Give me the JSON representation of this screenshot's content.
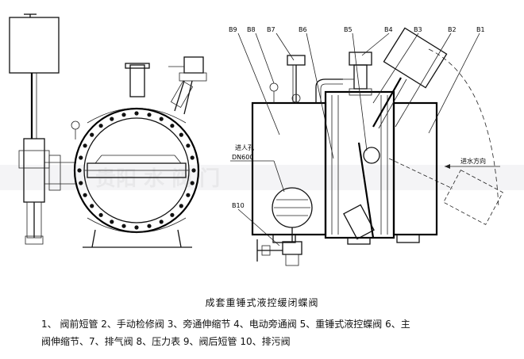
{
  "watermark": "贵阳 水 阀 门",
  "callouts": {
    "B9": "B9",
    "B8": "B8",
    "B7": "B7",
    "B6": "B6",
    "B5": "B5",
    "B4": "B4",
    "B3": "B3",
    "B2": "B2",
    "B1": "B1",
    "B10": "B10"
  },
  "annotations": {
    "inlet": "进人孔",
    "dn": "DN600",
    "flow": "进水方向"
  },
  "caption": "成套重锤式液控缓闭蝶阀",
  "legend": {
    "line1": "1、  阀前短管 2、手动检修阀 3、旁通伸缩节 4、电动旁通阀 5、重锤式液控蝶阀 6、主",
    "line2": "阀伸缩节、7、排气阀 8、压力表 9、阀后短管 10、排污阀"
  }
}
